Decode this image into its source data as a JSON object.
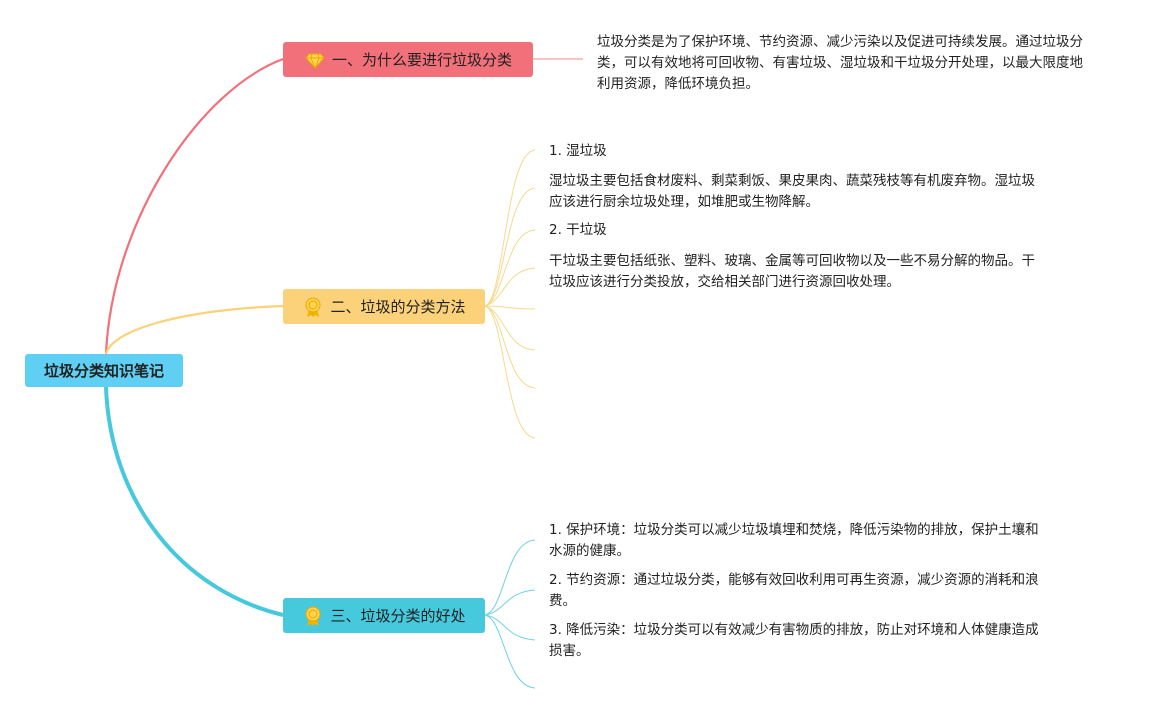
{
  "root": {
    "label": "垃圾分类知识笔记"
  },
  "branches": [
    {
      "label": "一、为什么要进行垃圾分类",
      "icon": "diamond-icon",
      "color": "#f2707a",
      "notes": [
        "垃圾分类是为了保护环境、节约资源、减少污染以及促进可持续发展。通过垃圾分类，可以有效地将可回收物、有害垃圾、湿垃圾和干垃圾分开处理，以最大限度地利用资源，降低环境负担。"
      ]
    },
    {
      "label": "二、垃圾的分类方法",
      "icon": "award-ribbon-icon",
      "color": "#fbd279",
      "notes": [
        "1. 湿垃圾",
        "湿垃圾主要包括食材废料、剩菜剩饭、果皮果肉、蔬菜残枝等有机废弃物。湿垃圾应该进行厨余垃圾处理，如堆肥或生物降解。",
        "2. 干垃圾",
        "干垃圾主要包括纸张、塑料、玻璃、金属等可回收物以及一些不易分解的物品。干垃圾应该进行分类投放，交给相关部门进行资源回收处理。"
      ]
    },
    {
      "label": "三、垃圾分类的好处",
      "icon": "award-ribbon-icon",
      "color": "#46c8dd",
      "notes": [
        "1. 保护环境：垃圾分类可以减少垃圾填埋和焚烧，降低污染物的排放，保护土壤和水源的健康。",
        "2. 节约资源：通过垃圾分类，能够有效回收利用可再生资源，减少资源的消耗和浪费。",
        "3. 降低污染：垃圾分类可以有效减少有害物质的排放，防止对环境和人体健康造成损害。"
      ]
    }
  ]
}
